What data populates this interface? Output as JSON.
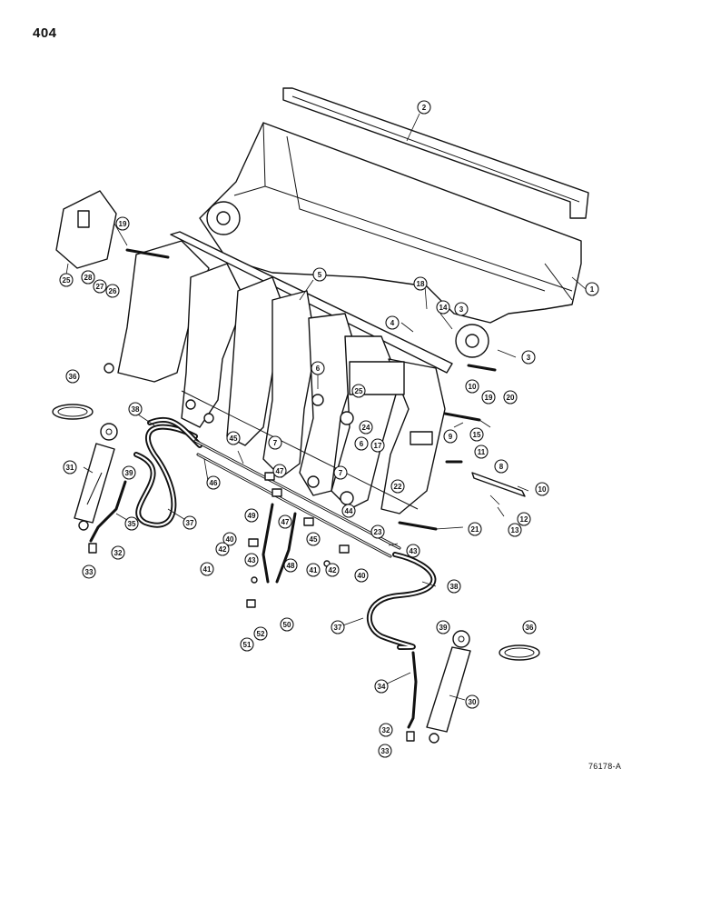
{
  "page": {
    "number": "404",
    "ref_code": "76178-A"
  },
  "callouts": [
    {
      "id": "c1",
      "label": "1"
    },
    {
      "id": "c2",
      "label": "2"
    },
    {
      "id": "c3a",
      "label": "3"
    },
    {
      "id": "c3b",
      "label": "3"
    },
    {
      "id": "c4",
      "label": "4"
    },
    {
      "id": "c5",
      "label": "5"
    },
    {
      "id": "c6a",
      "label": "6"
    },
    {
      "id": "c6b",
      "label": "6"
    },
    {
      "id": "c7a",
      "label": "7"
    },
    {
      "id": "c7b",
      "label": "7"
    },
    {
      "id": "c8",
      "label": "8"
    },
    {
      "id": "c9",
      "label": "9"
    },
    {
      "id": "c10a",
      "label": "10"
    },
    {
      "id": "c10b",
      "label": "10"
    },
    {
      "id": "c11",
      "label": "11"
    },
    {
      "id": "c12",
      "label": "12"
    },
    {
      "id": "c13",
      "label": "13"
    },
    {
      "id": "c14",
      "label": "14"
    },
    {
      "id": "c15",
      "label": "15"
    },
    {
      "id": "c17",
      "label": "17"
    },
    {
      "id": "c18",
      "label": "18"
    },
    {
      "id": "c19a",
      "label": "19"
    },
    {
      "id": "c19b",
      "label": "19"
    },
    {
      "id": "c20a",
      "label": "20"
    },
    {
      "id": "c20b",
      "label": "20"
    },
    {
      "id": "c21",
      "label": "21"
    },
    {
      "id": "c22",
      "label": "22"
    },
    {
      "id": "c23",
      "label": "23"
    },
    {
      "id": "c24",
      "label": "24"
    },
    {
      "id": "c25a",
      "label": "25"
    },
    {
      "id": "c25b",
      "label": "25"
    },
    {
      "id": "c26",
      "label": "26"
    },
    {
      "id": "c27",
      "label": "27"
    },
    {
      "id": "c28",
      "label": "28"
    },
    {
      "id": "c30",
      "label": "30"
    },
    {
      "id": "c31",
      "label": "31"
    },
    {
      "id": "c32a",
      "label": "32"
    },
    {
      "id": "c32b",
      "label": "32"
    },
    {
      "id": "c33a",
      "label": "33"
    },
    {
      "id": "c33b",
      "label": "33"
    },
    {
      "id": "c34",
      "label": "34"
    },
    {
      "id": "c35",
      "label": "35"
    },
    {
      "id": "c36a",
      "label": "36"
    },
    {
      "id": "c36b",
      "label": "36"
    },
    {
      "id": "c37a",
      "label": "37"
    },
    {
      "id": "c37b",
      "label": "37"
    },
    {
      "id": "c38a",
      "label": "38"
    },
    {
      "id": "c38b",
      "label": "38"
    },
    {
      "id": "c39a",
      "label": "39"
    },
    {
      "id": "c39b",
      "label": "39"
    },
    {
      "id": "c40a",
      "label": "40"
    },
    {
      "id": "c40b",
      "label": "40"
    },
    {
      "id": "c41a",
      "label": "41"
    },
    {
      "id": "c41b",
      "label": "41"
    },
    {
      "id": "c42a",
      "label": "42"
    },
    {
      "id": "c42b",
      "label": "42"
    },
    {
      "id": "c43a",
      "label": "43"
    },
    {
      "id": "c43b",
      "label": "43"
    },
    {
      "id": "c44",
      "label": "44"
    },
    {
      "id": "c45a",
      "label": "45"
    },
    {
      "id": "c45b",
      "label": "45"
    },
    {
      "id": "c46",
      "label": "46"
    },
    {
      "id": "c47a",
      "label": "47"
    },
    {
      "id": "c47b",
      "label": "47"
    },
    {
      "id": "c48",
      "label": "48"
    },
    {
      "id": "c49",
      "label": "49"
    },
    {
      "id": "c50",
      "label": "50"
    },
    {
      "id": "c51",
      "label": "51"
    },
    {
      "id": "c52",
      "label": "52"
    }
  ]
}
